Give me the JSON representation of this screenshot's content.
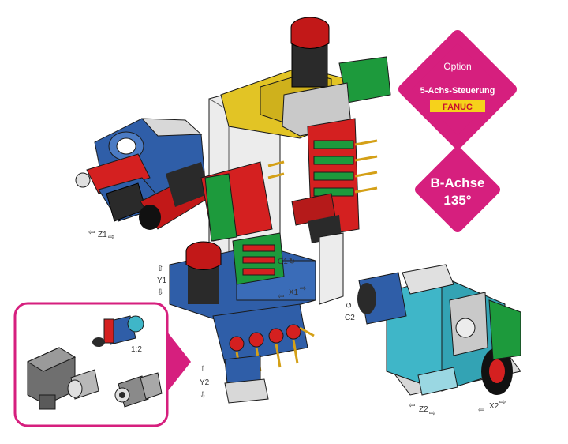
{
  "badges": {
    "option": {
      "title": "Option",
      "subtitle": "5-Achs-Steuerung",
      "brand": "FANUC"
    },
    "b_axis": {
      "line1": "B-Achse",
      "line2": "135°"
    }
  },
  "axis_labels": {
    "z1": "Z1",
    "y1": "Y1",
    "c1": "C1",
    "x1": "X1",
    "c2": "C2",
    "y2": "Y2",
    "z2": "Z2",
    "x2": "X2"
  },
  "inset": {
    "ratio": "1:2"
  },
  "colors": {
    "accent_magenta": "#d61f7e",
    "fanuc_yellow": "#f6d21b",
    "fanuc_red": "#c8102e",
    "machine_blue": "#2f5ea8",
    "machine_red": "#d42020",
    "machine_yellow": "#e2c425",
    "machine_green": "#1d9a3c",
    "machine_cyan": "#3fb6c8"
  }
}
